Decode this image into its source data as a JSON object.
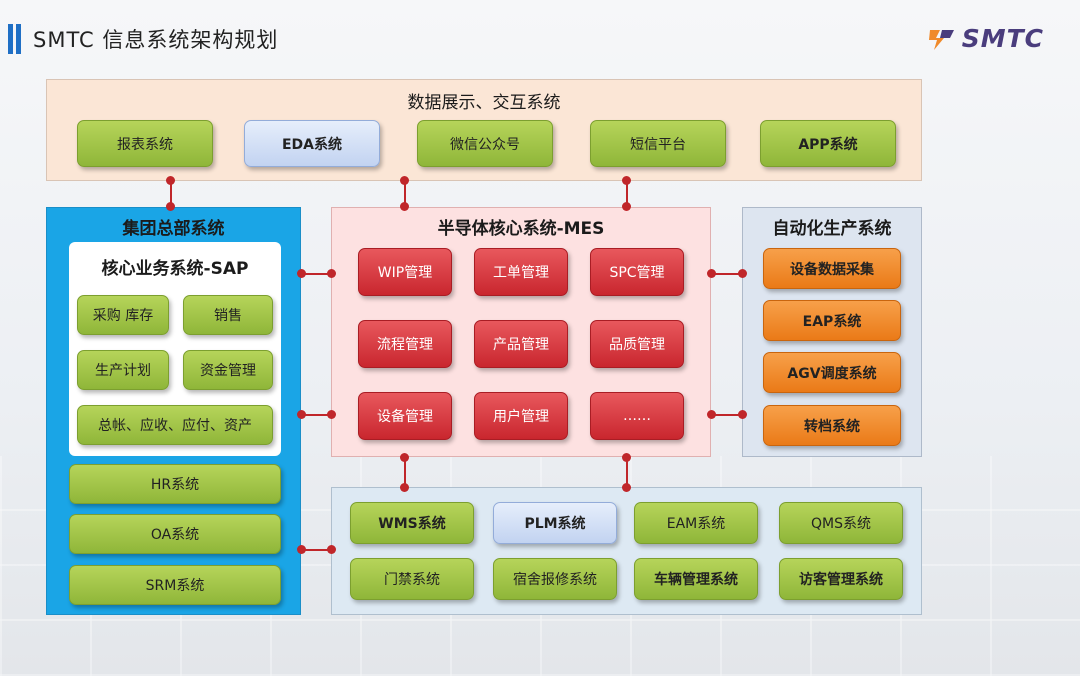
{
  "header": {
    "title": "SMTC  信息系统架构规划",
    "logo_text": "SMTC"
  },
  "colors": {
    "accent_blue": "#1f6fc5",
    "group_panel": "#1aa5e6",
    "connector": "#c0262a",
    "green_module": "#a3c64a",
    "red_module": "#d63a40",
    "orange_module": "#f08a2a"
  },
  "display_layer": {
    "title": "数据展示、交互系统",
    "items": [
      "报表系统",
      "EDA系统",
      "微信公众号",
      "短信平台",
      "APP系统"
    ]
  },
  "group_hq": {
    "title": "集团总部系统",
    "sap": {
      "title": "核心业务系统-SAP",
      "items": [
        "采购 库存",
        "销售",
        "生产计划",
        "资金管理",
        "总帐、应收、应付、资产"
      ]
    },
    "others": [
      "HR系统",
      "OA系统",
      "SRM系统"
    ]
  },
  "mes": {
    "title": "半导体核心系统-MES",
    "items": [
      "WIP管理",
      "工单管理",
      "SPC管理",
      "流程管理",
      "产品管理",
      "品质管理",
      "设备管理",
      "用户管理",
      "……"
    ]
  },
  "automation": {
    "title": "自动化生产系统",
    "items": [
      "设备数据采集",
      "EAP系统",
      "AGV调度系统",
      "转档系统"
    ]
  },
  "support": {
    "items": [
      "WMS系统",
      "PLM系统",
      "EAM系统",
      "QMS系统",
      "门禁系统",
      "宿舍报修系统",
      "车辆管理系统",
      "访客管理系统"
    ]
  }
}
